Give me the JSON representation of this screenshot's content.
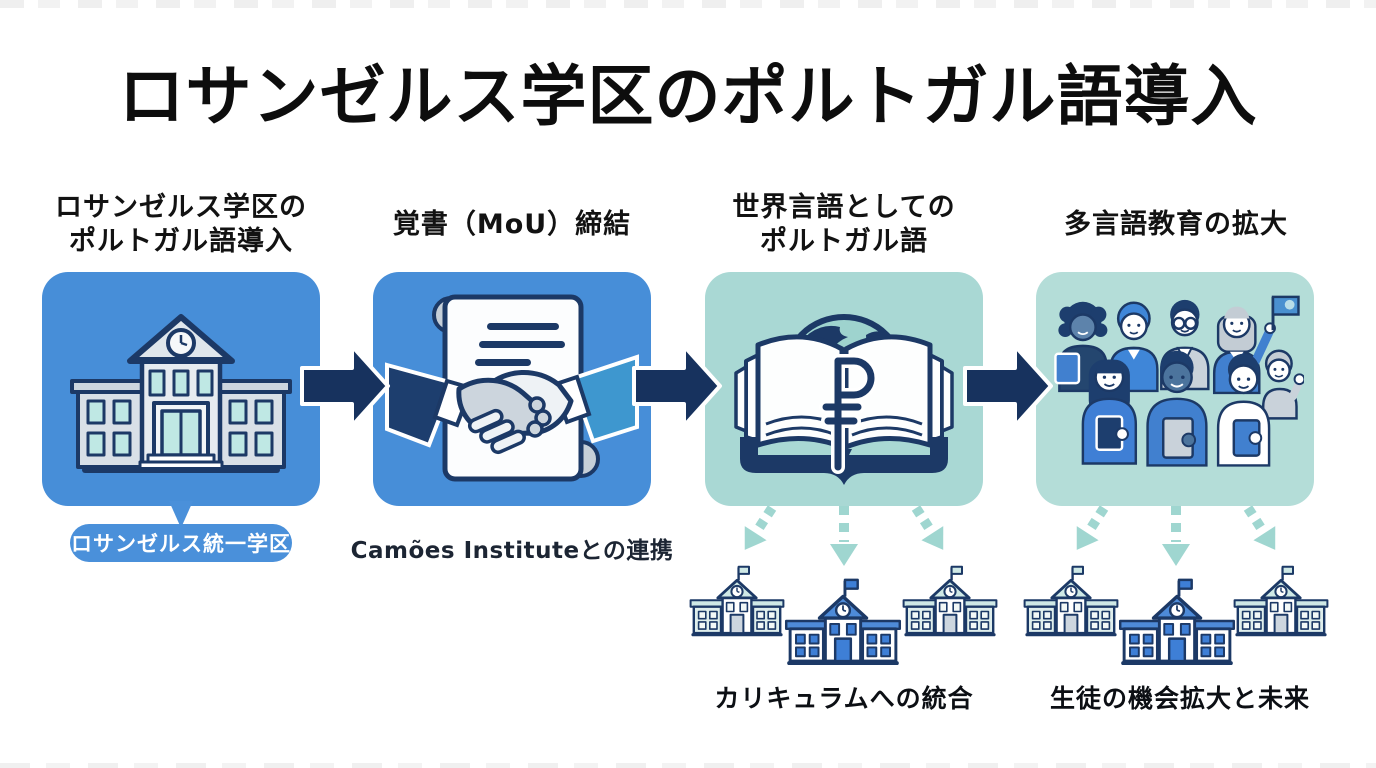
{
  "title": "ロサンゼルス学区のポルトガル語導入",
  "steps": [
    {
      "heading_line1": "ロサンゼルス学区の",
      "heading_line2": "ポルトガル語導入",
      "icon": "school-building-icon",
      "callout": "ロサンゼルス統一学区"
    },
    {
      "heading_line1": "覚書（MoU）締結",
      "icon": "handshake-scroll-icon",
      "caption": "Camões Instituteとの連携"
    },
    {
      "heading_line1": "世界言語としての",
      "heading_line2": "ポルトガル語",
      "icon": "book-globe-icon",
      "caption": "カリキュラムへの統合",
      "school_count": 3
    },
    {
      "heading_line1": "多言語教育の拡大",
      "icon": "students-group-icon",
      "caption": "生徒の機会拡大と未来",
      "school_count": 3
    }
  ],
  "colors": {
    "panel_blue": "#478ed8",
    "panel_teal_3": "#a9d8d4",
    "panel_teal_4": "#b4ddd8",
    "flow_arrow_navy": "#17325e",
    "outline_navy": "#1c3966",
    "callout_blue": "#4a90da",
    "fan_arrow_teal": "#9fd6d0",
    "school_accent_blue": "#3e7fd6"
  }
}
